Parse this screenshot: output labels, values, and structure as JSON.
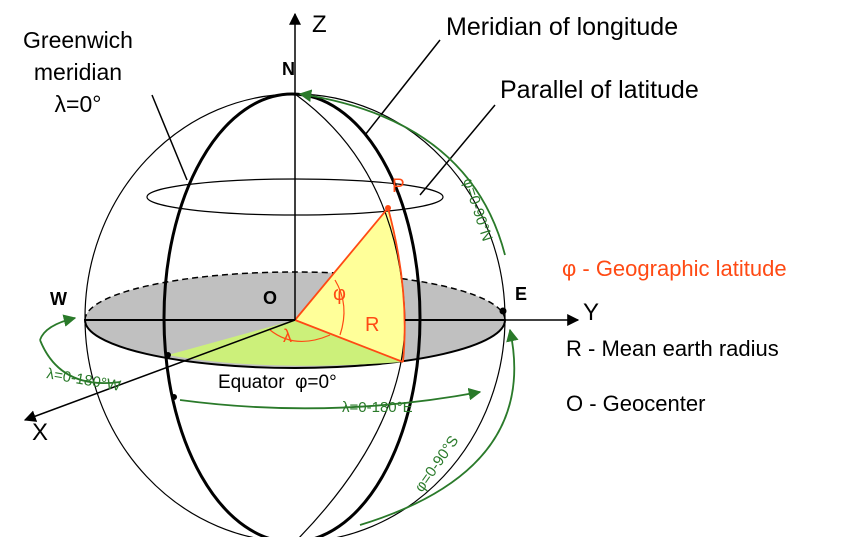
{
  "labels": {
    "greenwich_line1": "Greenwich",
    "greenwich_line2": "meridian",
    "greenwich_line3": "λ=0°",
    "meridian_of_longitude": "Meridian of longitude",
    "parallel_of_latitude": "Parallel of latitude",
    "axis_z": "Z",
    "axis_y": "Y",
    "axis_x": "X",
    "north": "N",
    "west": "W",
    "east": "E",
    "origin": "O",
    "point_p": "P",
    "phi": "φ",
    "lambda": "λ",
    "radius": "R",
    "equator": "Equator  φ=0°",
    "lat_north": "φ=0-90°N",
    "lat_south": "φ=0-90°S",
    "lon_west": "λ=0-180°W",
    "lon_east": "λ=0-180°E"
  },
  "legend": {
    "phi": "φ - Geographic latitude",
    "r": "R - Mean earth radius",
    "o": "O - Geocenter"
  },
  "colors": {
    "orange": "#ff4a14",
    "green": "#2a7a2a",
    "equator_fill": "#c0c0c0",
    "yellow_fill": "#ffff99",
    "green_fill": "#ccf07a"
  }
}
